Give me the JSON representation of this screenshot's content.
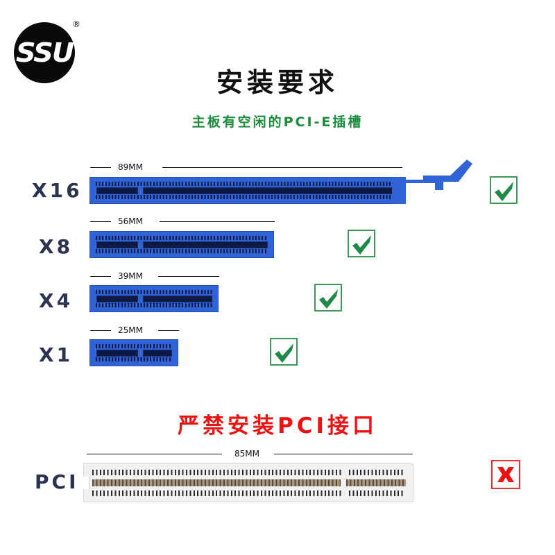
{
  "brand": {
    "logo_text": "SSU",
    "registered_mark": "®"
  },
  "header": {
    "title": "安装要求",
    "subtitle": "主板有空闲的PCI-E插槽"
  },
  "allowed_slots": [
    {
      "label": "X16",
      "dimension": "89MM",
      "status": "allowed",
      "status_icon": "check-icon"
    },
    {
      "label": "X8",
      "dimension": "56MM",
      "status": "allowed",
      "status_icon": "check-icon"
    },
    {
      "label": "X4",
      "dimension": "39MM",
      "status": "allowed",
      "status_icon": "check-icon"
    },
    {
      "label": "X1",
      "dimension": "25MM",
      "status": "allowed",
      "status_icon": "check-icon"
    }
  ],
  "forbidden": {
    "heading": "严禁安装PCI接口",
    "slot": {
      "label": "PCI",
      "dimension": "85MM",
      "status": "forbidden",
      "status_icon": "x-icon"
    }
  },
  "colors": {
    "title": "#111111",
    "subtitle_green": "#1a8c3a",
    "forbidden_red": "#ee1111",
    "slot_blue": "#2f63d6",
    "label_navy": "#2a3350",
    "check_green": "#1e8a45",
    "pci_white": "#f1f1f1"
  }
}
